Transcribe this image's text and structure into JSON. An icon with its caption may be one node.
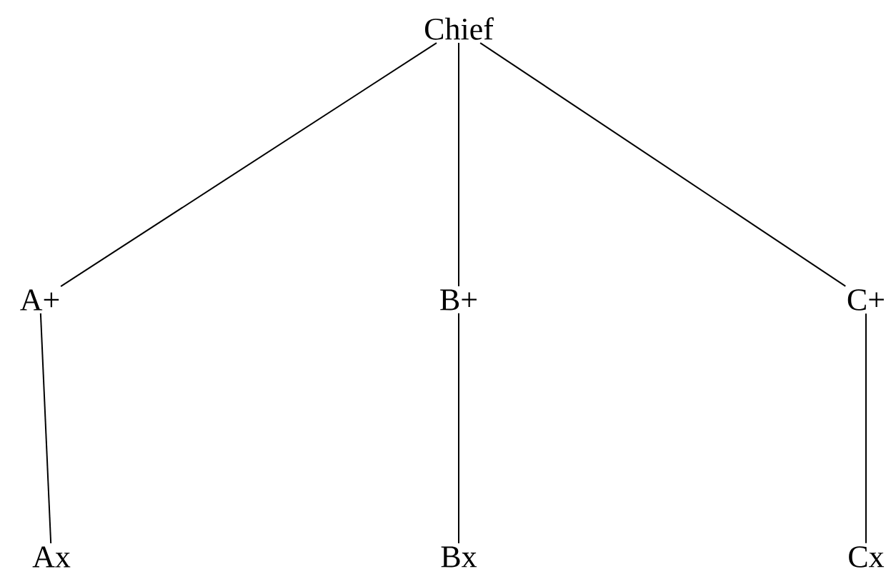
{
  "diagram": {
    "nodes": [
      {
        "text": [
          "Chief"
        ]
      },
      {
        "text": [
          "A+"
        ]
      },
      {
        "text": [
          "B+"
        ]
      },
      {
        "text": [
          "C+"
        ]
      },
      {
        "text": [
          "Ax"
        ]
      },
      {
        "text": [
          "Bx"
        ]
      },
      {
        "text": [
          "Cx"
        ]
      }
    ],
    "edges": [
      {
        "from": 0,
        "to": 1,
        "arrow": "none"
      },
      {
        "from": 0,
        "to": 2,
        "arrow": "none"
      },
      {
        "from": 0,
        "to": 3,
        "arrow": "none"
      },
      {
        "from": 1,
        "to": 4,
        "arrow": "none"
      },
      {
        "from": 2,
        "to": 5,
        "arrow": "none"
      },
      {
        "from": 3,
        "to": 6,
        "arrow": "none"
      }
    ]
  }
}
